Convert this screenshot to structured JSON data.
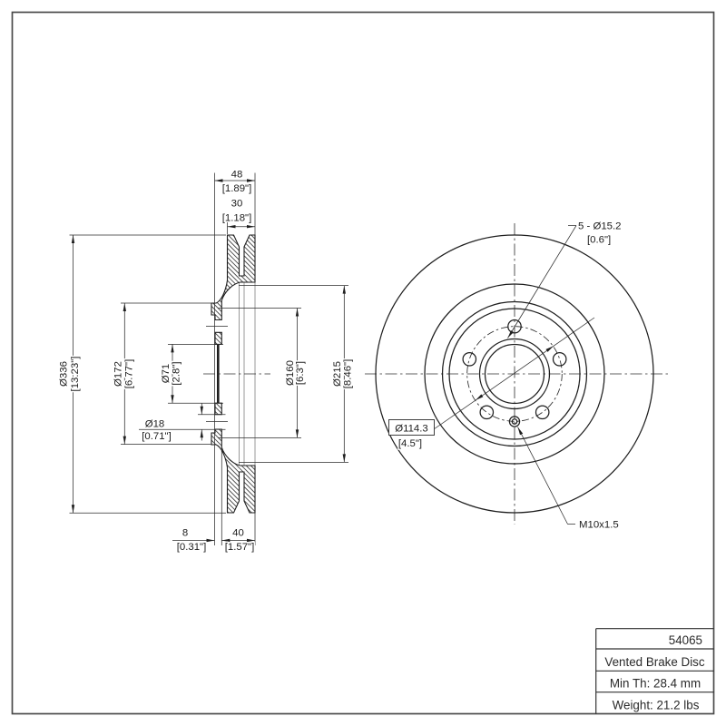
{
  "drawing": {
    "section": {
      "width_total": {
        "mm": "48",
        "in": "[1.89\"]"
      },
      "rotor_thickness": {
        "mm": "30",
        "in": "[1.18\"]"
      },
      "outer_dia": {
        "mm": "Ø336",
        "in": "[13.23\"]"
      },
      "hat_dia": {
        "mm": "Ø172",
        "in": "[6.77\"]"
      },
      "bore_dia": {
        "mm": "Ø71",
        "in": "[2.8\"]"
      },
      "hole_dia": {
        "mm": "Ø18",
        "in": "[0.71\"]"
      },
      "inner_friction_dia": {
        "mm": "Ø160",
        "in": "[6.3\"]"
      },
      "hat_outer_dia": {
        "mm": "Ø215",
        "in": "[8.46\"]"
      },
      "hat_depth": {
        "mm": "8",
        "in": "[0.31\"]"
      },
      "rotor_width": {
        "mm": "40",
        "in": "[1.57\"]"
      }
    },
    "front": {
      "lug_holes": {
        "line1": "5 - Ø15.2",
        "line2": "[0.6\"]"
      },
      "bolt_circle": {
        "value": "Ø114.3",
        "in": "[4.5\"]"
      },
      "thread": "M10x1.5"
    },
    "title_block": {
      "rows": [
        "54065",
        "Vented Brake Disc",
        "Min Th: 28.4 mm",
        "Weight: 21.2 lbs"
      ]
    }
  }
}
